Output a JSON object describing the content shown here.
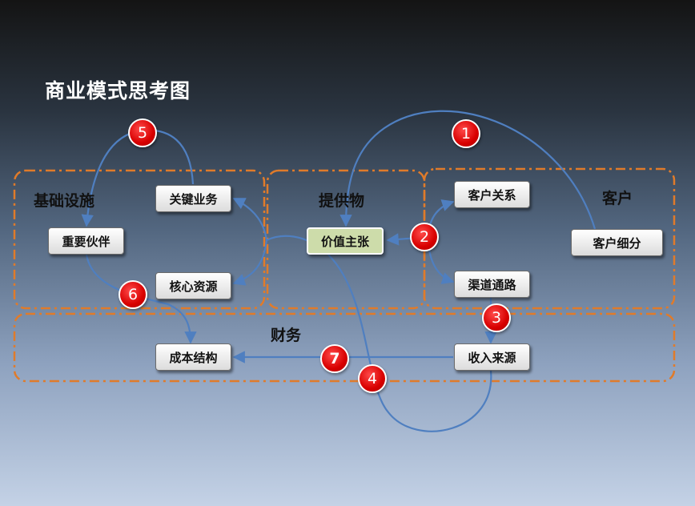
{
  "title": "商业模式思考图",
  "regions": {
    "infrastructure": "基础设施",
    "offering": "提供物",
    "customer": "客户",
    "finance": "财务"
  },
  "nodes": {
    "key_partners": "重要伙伴",
    "key_activities": "关键业务",
    "key_resources": "核心资源",
    "value_proposition": "价值主张",
    "customer_relationships": "客户关系",
    "channels": "渠道通路",
    "customer_segments": "客户细分",
    "cost_structure": "成本结构",
    "revenue_streams": "收入来源"
  },
  "steps": [
    "1",
    "2",
    "3",
    "4",
    "5",
    "6",
    "7"
  ],
  "colors": {
    "region_border": "#e07b2a",
    "connector": "#4f7fc0",
    "badge": "#d80000",
    "highlight_node": "#cddcaa"
  }
}
